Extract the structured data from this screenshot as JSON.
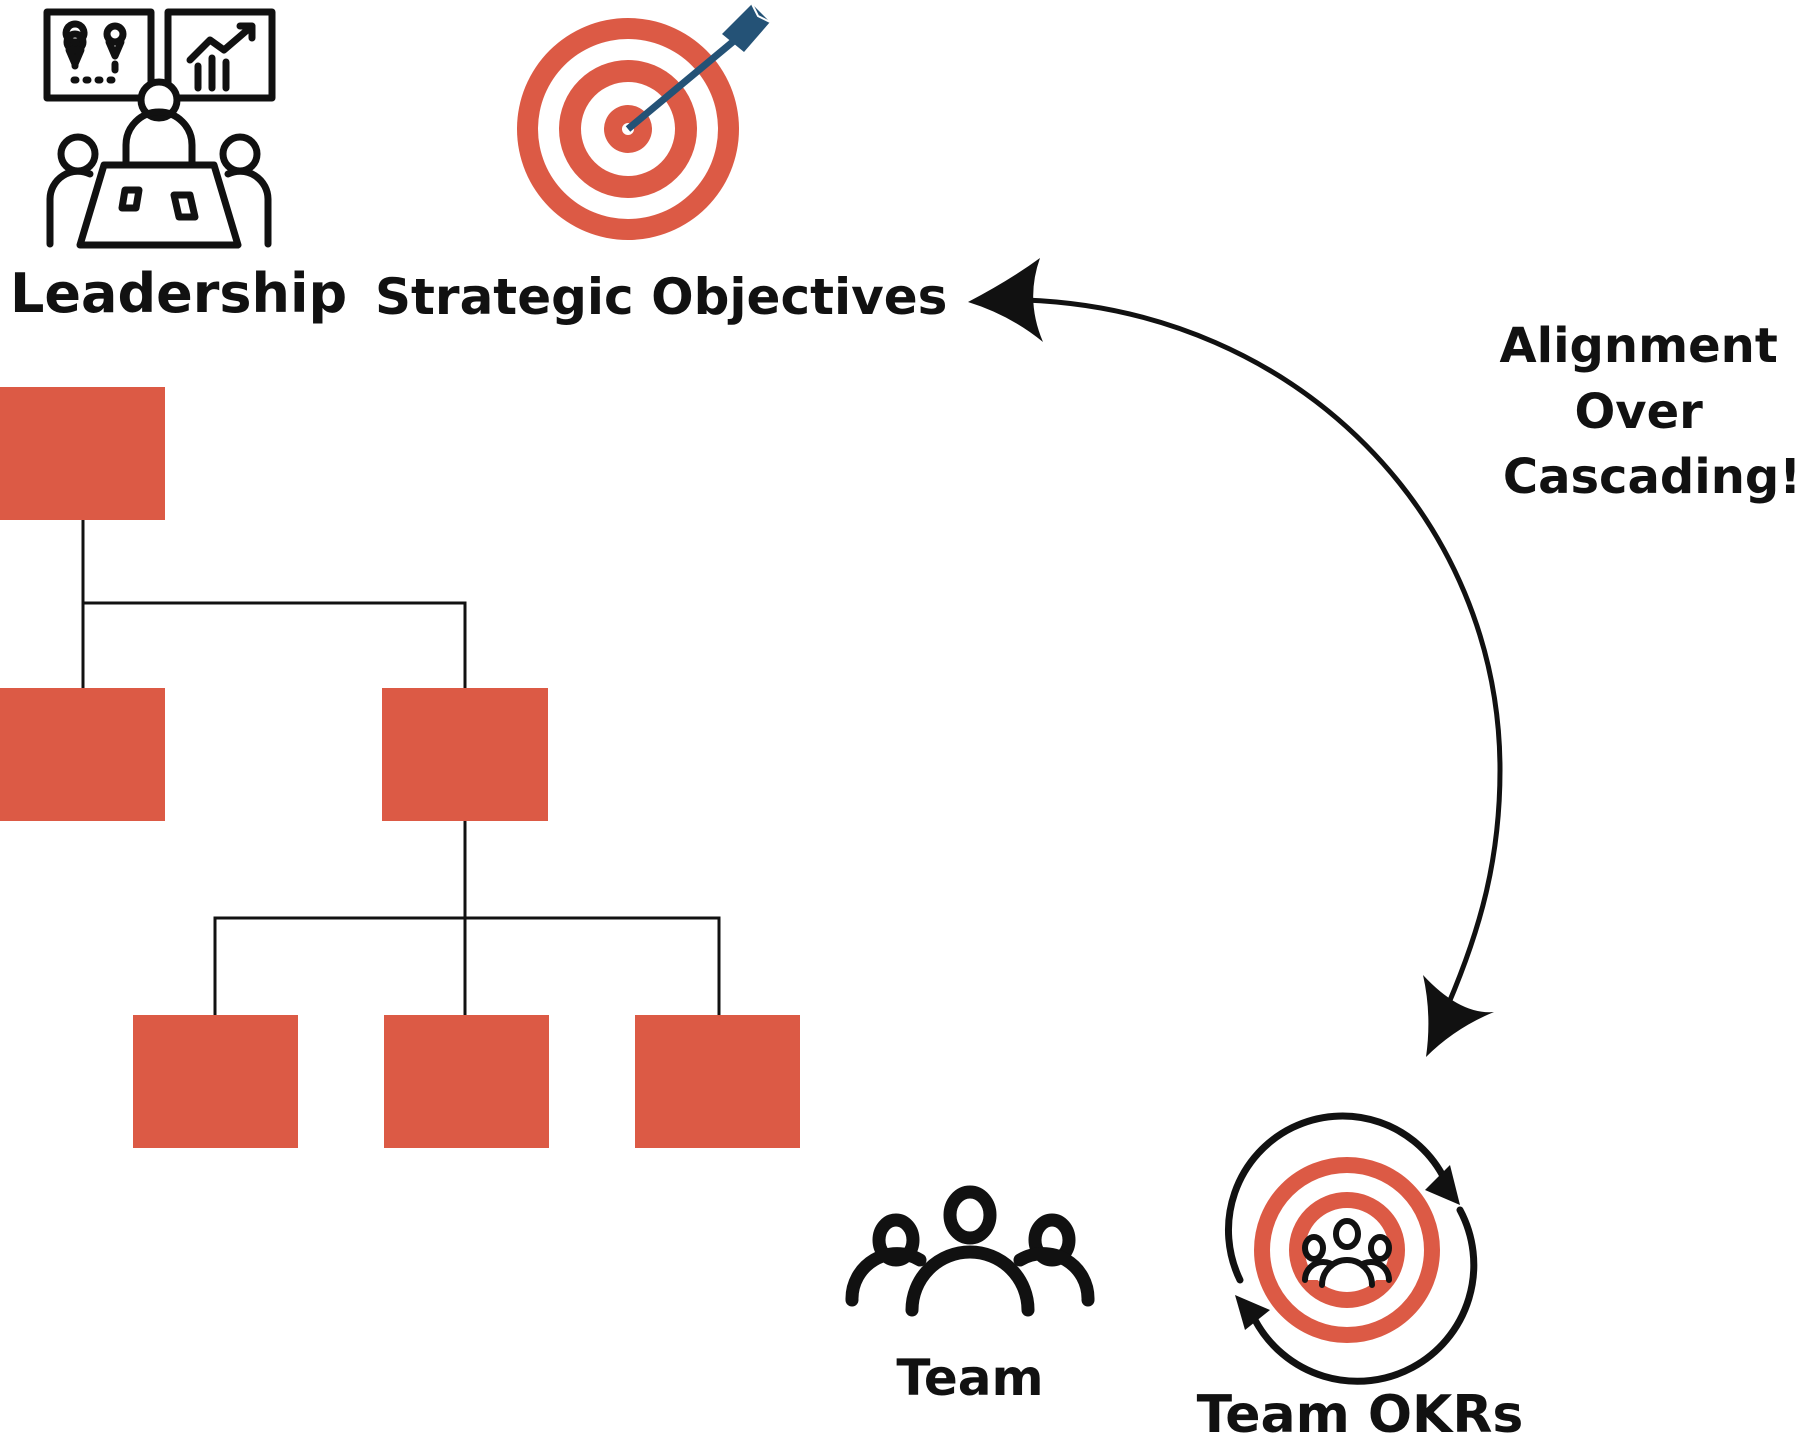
{
  "labels": {
    "leadership": "Leadership",
    "strategic_objectives": "Strategic Objectives",
    "team": "Team",
    "team_okrs": "Team OKRs"
  },
  "annotation": {
    "lines": [
      "Alignment",
      "Over",
      "Cascading!"
    ]
  },
  "colors": {
    "accent": "#dc5a45",
    "arrow_blue": "#245276",
    "ink": "#111111"
  },
  "icons": [
    "leadership-meeting-icon",
    "target-arrow-icon",
    "team-icon",
    "team-okrs-cycle-icon"
  ]
}
